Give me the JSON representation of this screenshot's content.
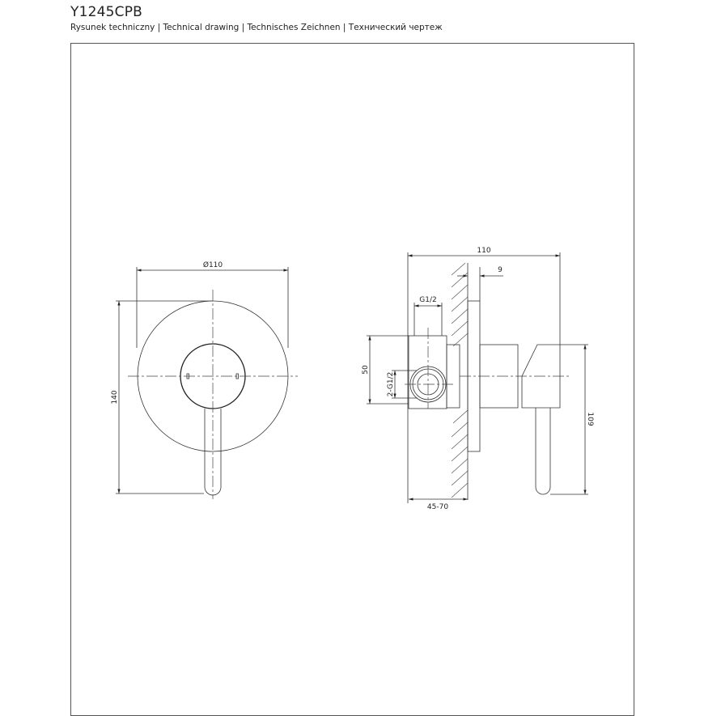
{
  "header": {
    "title": "Y1245CPB",
    "subtitle": "Rysunek techniczny | Technical drawing | Technisches Zeichnen | Технический чертеж"
  },
  "front_view": {
    "dim_diameter": "Ø110",
    "dim_height": "140"
  },
  "side_view": {
    "dim_depth": "110",
    "dim_plate": "9",
    "dim_thread": "G1/2",
    "dim_body_height": "50",
    "dim_outlet": "2-G1/2",
    "dim_wall": "45-70",
    "dim_handle_height": "109"
  }
}
